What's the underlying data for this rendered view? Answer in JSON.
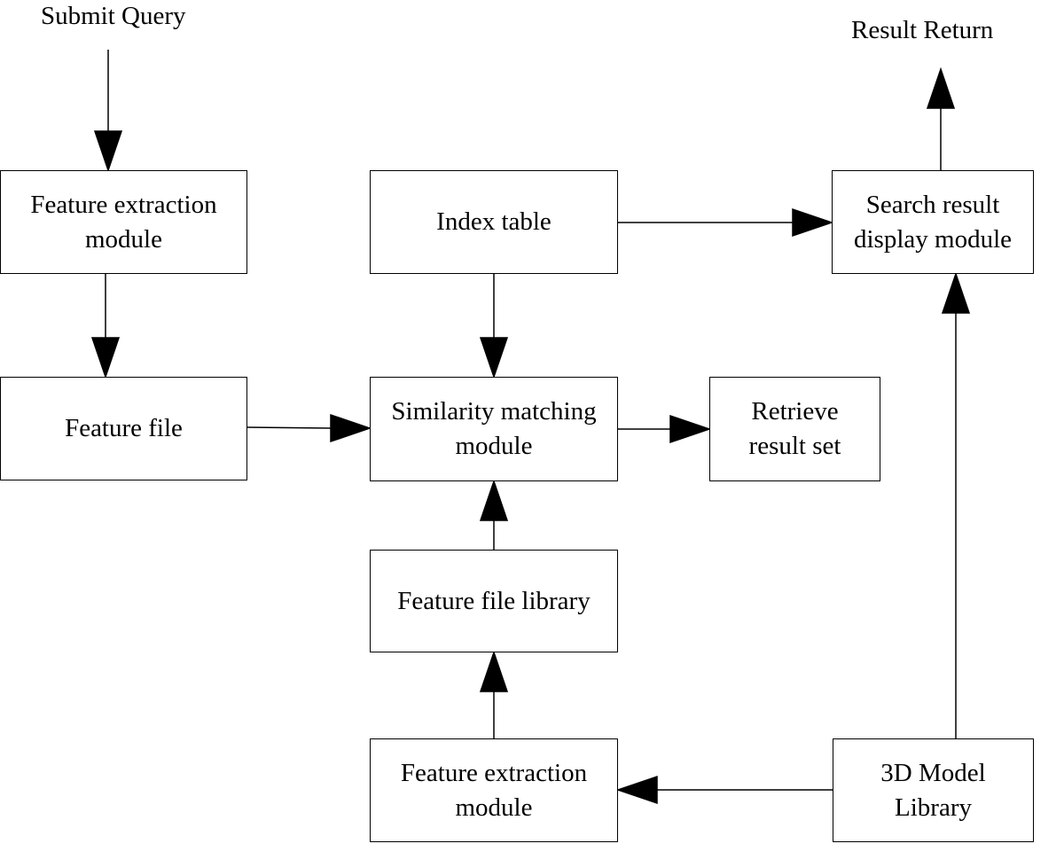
{
  "labels": {
    "submit_query": "Submit Query",
    "result_return": "Result Return"
  },
  "nodes": {
    "feature_extraction_top": "Feature extraction module",
    "feature_file": "Feature file",
    "index_table": "Index table",
    "similarity_matching": "Similarity matching module",
    "retrieve_result_set": "Retrieve result set",
    "search_result_display": "Search result display module",
    "feature_file_library": "Feature file library",
    "feature_extraction_bottom": "Feature extraction module",
    "model_library": "3D Model Library"
  },
  "edges": [
    {
      "from": "submit_query",
      "to": "feature_extraction_top"
    },
    {
      "from": "feature_extraction_top",
      "to": "feature_file"
    },
    {
      "from": "feature_file",
      "to": "similarity_matching"
    },
    {
      "from": "index_table",
      "to": "similarity_matching"
    },
    {
      "from": "index_table",
      "to": "search_result_display"
    },
    {
      "from": "similarity_matching",
      "to": "retrieve_result_set"
    },
    {
      "from": "feature_file_library",
      "to": "similarity_matching"
    },
    {
      "from": "feature_extraction_bottom",
      "to": "feature_file_library"
    },
    {
      "from": "model_library",
      "to": "feature_extraction_bottom"
    },
    {
      "from": "model_library",
      "to": "search_result_display"
    },
    {
      "from": "search_result_display",
      "to": "result_return"
    }
  ]
}
